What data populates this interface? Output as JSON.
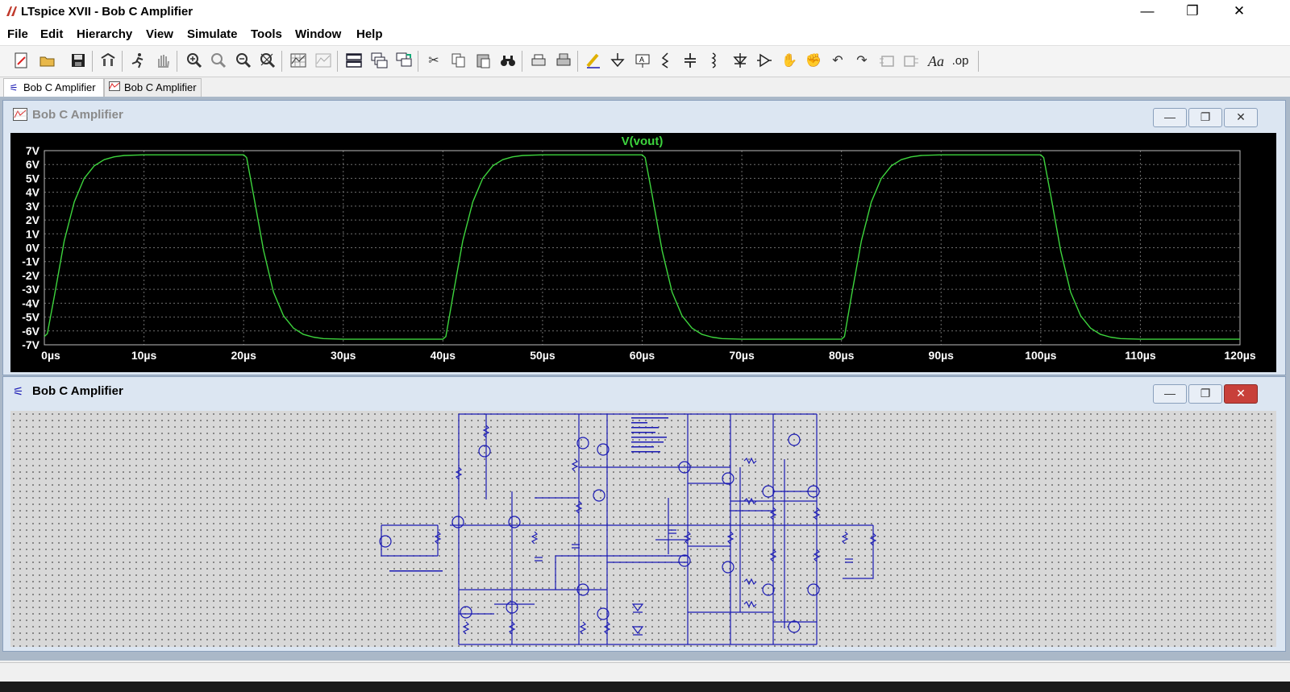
{
  "window": {
    "title": "LTspice XVII - Bob C Amplifier",
    "controls": {
      "minimize": "—",
      "restore": "❐",
      "close": "✕"
    }
  },
  "menu": [
    "File",
    "Edit",
    "Hierarchy",
    "View",
    "Simulate",
    "Tools",
    "Window",
    "Help"
  ],
  "toolbar": {
    "icons": [
      "new-schematic-icon",
      "open-icon",
      "save-icon",
      "control-panel-icon",
      "run-icon",
      "halt-icon",
      "zoom-in-icon",
      "zoom-fit-icon",
      "zoom-out-icon",
      "zoom-cancel-icon",
      "autorange-icon",
      "plot-settings-icon",
      "tile-horizontal-icon",
      "cascade-icon",
      "tile-icon",
      "cut-icon",
      "copy-icon",
      "paste-icon",
      "find-icon",
      "print-preview-icon",
      "print-icon",
      "draw-wire-icon",
      "ground-icon",
      "label-net-icon",
      "resistor-icon",
      "capacitor-icon",
      "inductor-icon",
      "diode-icon",
      "component-icon",
      "move-icon",
      "drag-icon",
      "undo-icon",
      "redo-icon",
      "rotate-icon",
      "mirror-icon",
      "text-icon",
      "spice-directive-icon"
    ],
    "text_label": "Aa",
    "op_label": ".op"
  },
  "tabs": [
    {
      "label": "Bob C Amplifier",
      "icon": "schematic-icon",
      "active": true
    },
    {
      "label": "Bob C Amplifier",
      "icon": "waveform-icon",
      "active": false
    }
  ],
  "plot_window": {
    "title": "Bob C Amplifier",
    "trace_label": "V(vout)",
    "trace_color": "#3dd43d",
    "grid_color": "#6e6e6e",
    "y_ticks": [
      "7V",
      "6V",
      "5V",
      "4V",
      "3V",
      "2V",
      "1V",
      "0V",
      "-1V",
      "-2V",
      "-3V",
      "-4V",
      "-5V",
      "-6V",
      "-7V"
    ],
    "x_ticks": [
      "0µs",
      "10µs",
      "20µs",
      "30µs",
      "40µs",
      "50µs",
      "60µs",
      "70µs",
      "80µs",
      "90µs",
      "100µs",
      "110µs",
      "120µs"
    ],
    "controls": {
      "minimize": "—",
      "restore": "❐",
      "close": "✕"
    }
  },
  "schematic_window": {
    "title": "Bob C Amplifier",
    "wire_color": "#1a1ab4",
    "controls": {
      "minimize": "—",
      "restore": "❐",
      "close": "✕"
    }
  },
  "chart_data": {
    "type": "line",
    "title": "V(vout)",
    "xlabel": "",
    "ylabel": "",
    "xlim": [
      0,
      120
    ],
    "ylim": [
      -7,
      7
    ],
    "grid": true,
    "series": [
      {
        "name": "V(vout)",
        "x": [
          0,
          0.3,
          1,
          2,
          3,
          4,
          5,
          6,
          7,
          8,
          10,
          20,
          20.3,
          21,
          22,
          23,
          24,
          25,
          26,
          27,
          28,
          30,
          40,
          40.3,
          41,
          42,
          43,
          44,
          45,
          46,
          47,
          48,
          50,
          60,
          60.3,
          61,
          62,
          63,
          64,
          65,
          66,
          67,
          68,
          70,
          80,
          80.3,
          81,
          82,
          83,
          84,
          85,
          86,
          87,
          88,
          90,
          100,
          100.3,
          101,
          102,
          103,
          104,
          105,
          106,
          107,
          108,
          110,
          120
        ],
        "y": [
          -6.4,
          -6.2,
          -3.5,
          0.5,
          3.3,
          5.0,
          5.9,
          6.35,
          6.55,
          6.65,
          6.7,
          6.7,
          6.5,
          3.8,
          -0.2,
          -3.2,
          -4.9,
          -5.8,
          -6.25,
          -6.45,
          -6.55,
          -6.6,
          -6.6,
          -6.4,
          -3.5,
          0.5,
          3.3,
          5.0,
          5.9,
          6.35,
          6.55,
          6.65,
          6.7,
          6.7,
          6.5,
          3.8,
          -0.2,
          -3.2,
          -4.9,
          -5.8,
          -6.25,
          -6.45,
          -6.55,
          -6.6,
          -6.6,
          -6.4,
          -3.5,
          0.5,
          3.3,
          5.0,
          5.9,
          6.35,
          6.55,
          6.65,
          6.7,
          6.7,
          6.5,
          3.8,
          -0.2,
          -3.2,
          -4.9,
          -5.8,
          -6.25,
          -6.45,
          -6.55,
          -6.6,
          -6.6
        ]
      }
    ]
  }
}
